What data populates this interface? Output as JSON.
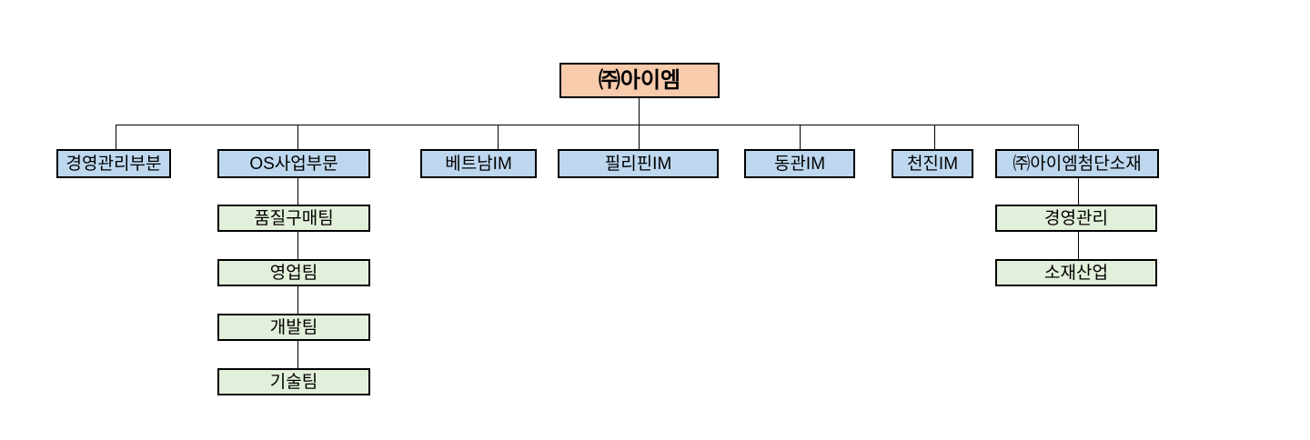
{
  "diagram": {
    "type": "org-chart",
    "root": {
      "label": "㈜아이엠"
    },
    "divisions": [
      {
        "label": "경영관리부분"
      },
      {
        "label": "OS사업부문"
      },
      {
        "label": "베트남IM"
      },
      {
        "label": "필리핀IM"
      },
      {
        "label": "동관IM"
      },
      {
        "label": "천진IM"
      },
      {
        "label": "㈜아이엠첨단소재"
      }
    ],
    "os_division_teams": [
      {
        "label": "품질구매팀"
      },
      {
        "label": "영업팀"
      },
      {
        "label": "개발팀"
      },
      {
        "label": "기술팀"
      }
    ],
    "advanced_materials_teams": [
      {
        "label": "경영관리"
      },
      {
        "label": "소재산업"
      }
    ],
    "colors": {
      "root_fill": "#F8CBAD",
      "division_fill": "#BDD7EE",
      "team_fill": "#E2EFDA",
      "border": "#000000",
      "connector": "#000000",
      "background": "#FFFFFF"
    }
  }
}
